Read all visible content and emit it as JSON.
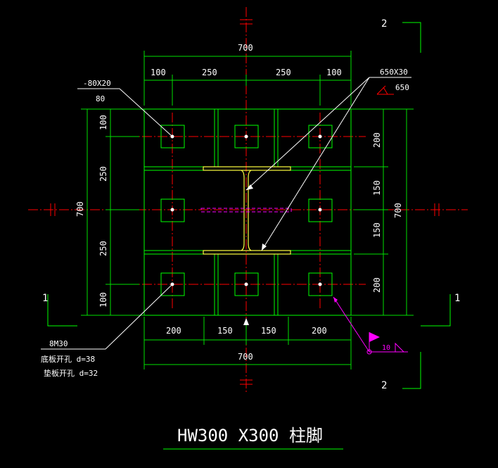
{
  "title": "HW300 X300 柱脚",
  "section_marks": {
    "top_right": "2",
    "bottom_right": "2",
    "left": "1",
    "right": "1"
  },
  "top_dims": {
    "overall": "700",
    "segments": [
      "100",
      "250",
      "250",
      "100"
    ]
  },
  "bottom_dims": {
    "overall": "700",
    "segments": [
      "200",
      "150",
      "150",
      "200"
    ]
  },
  "left_dims": {
    "overall": "700",
    "segments": [
      "100",
      "250",
      "250",
      "100"
    ]
  },
  "right_dims": {
    "overall": "700",
    "segments": [
      "200",
      "150",
      "150",
      "200"
    ]
  },
  "rib_label": {
    "line1": "-80X20",
    "line2": "80"
  },
  "plate_label": {
    "line1": "650X30",
    "line2": "650"
  },
  "bolt_label": {
    "line1": "8M30",
    "line2": "底板开孔 d=38",
    "line3": "垫板开孔 d=32"
  },
  "weld_label": "10"
}
